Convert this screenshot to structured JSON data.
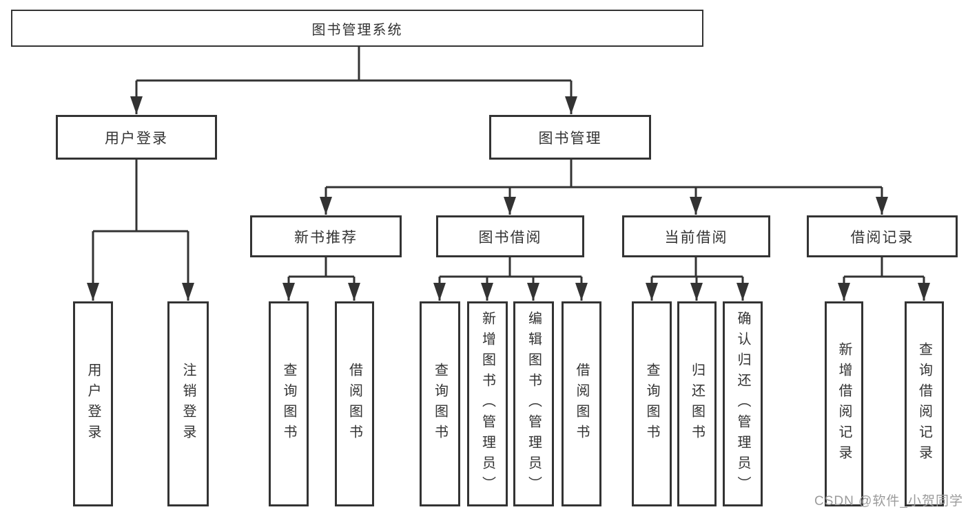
{
  "diagram": {
    "root": {
      "label": "图书管理系统"
    },
    "branches": [
      {
        "label": "用户登录",
        "children": [
          "用户登录",
          "注销登录"
        ]
      },
      {
        "label": "图书管理",
        "groups": [
          {
            "label": "新书推荐",
            "children": [
              "查询图书",
              "借阅图书"
            ]
          },
          {
            "label": "图书借阅",
            "children": [
              "查询图书",
              "新增图书（管理员）",
              "编辑图书（管理员）",
              "借阅图书"
            ]
          },
          {
            "label": "当前借阅",
            "children": [
              "查询图书",
              "归还图书",
              "确认归还（管理员）"
            ]
          },
          {
            "label": "借阅记录",
            "children": [
              "新增借阅记录",
              "查询借阅记录"
            ]
          }
        ]
      }
    ]
  },
  "watermark": {
    "text": "CSDN @软件_小贺同学"
  },
  "colors": {
    "line": "#333333",
    "border": "#333333",
    "text": "#333333",
    "watermark": "#9b9b9b",
    "background": "#ffffff"
  }
}
